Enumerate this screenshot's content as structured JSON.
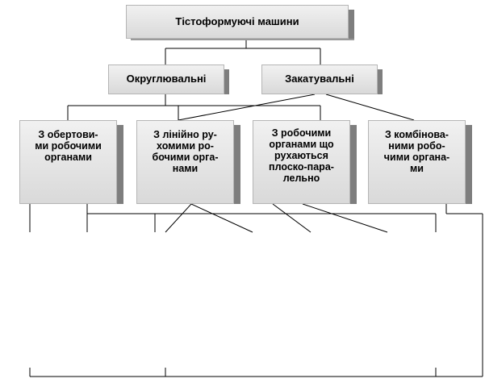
{
  "root": {
    "label": "Тістоформуючі машини"
  },
  "groups": [
    {
      "label": "Округлювальні"
    },
    {
      "label": "Закатувальні"
    }
  ],
  "types": [
    {
      "label": "З обертови-\nми робочими\nорганами"
    },
    {
      "label": "З лінійно ру-\nхомими ро-\nбочими орга-\nнами"
    },
    {
      "label": "З робочими\nорганами що\nрухаються\nплоско-пара-\nлельно"
    },
    {
      "label": "З комбінова-\nними робо-\nчими органа-\nми"
    }
  ],
  "colors": {
    "box_fill_top": "#f1f1f1",
    "box_fill_bottom": "#d9d9d9",
    "box_shadow_side": "#7e7e7e",
    "connector": "#000000"
  }
}
